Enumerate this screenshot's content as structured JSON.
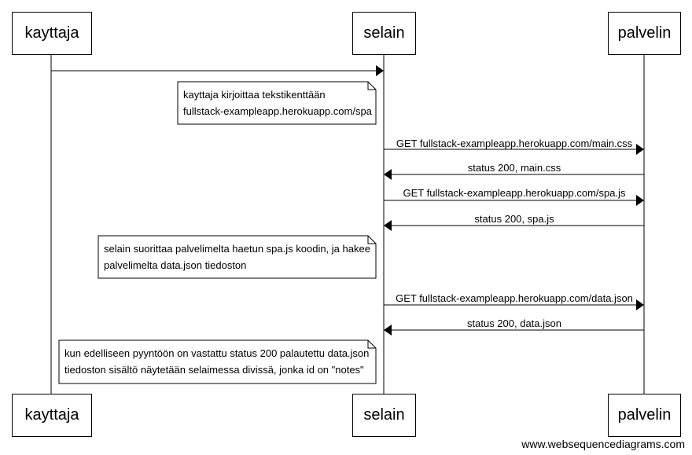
{
  "actors": {
    "kayttaja": "kayttaja",
    "selain": "selain",
    "palvelin": "palvelin"
  },
  "messages": {
    "m0": "",
    "m1": "GET fullstack-exampleapp.herokuapp.com/main.css",
    "m2": "status 200, main.css",
    "m3": "GET fullstack-exampleapp.herokuapp.com/spa.js",
    "m4": "status 200, spa.js",
    "m5": "GET fullstack-exampleapp.herokuapp.com/data.json",
    "m6": "status 200, data.json"
  },
  "notes": {
    "n1": [
      "kayttaja kirjoittaa tekstikenttään",
      "fullstack-exampleapp.herokuapp.com/spa"
    ],
    "n2": [
      "selain suorittaa palvelimelta haetun spa.js koodin, ja hakee",
      "palvelimelta data.json tiedoston"
    ],
    "n3": [
      "kun edelliseen pyyntöön on vastattu status 200 palautettu data.json",
      "tiedoston sisältö näytetään selaimessa divissä, jonka id on \"notes\""
    ]
  },
  "credit": "www.websequencediagrams.com"
}
